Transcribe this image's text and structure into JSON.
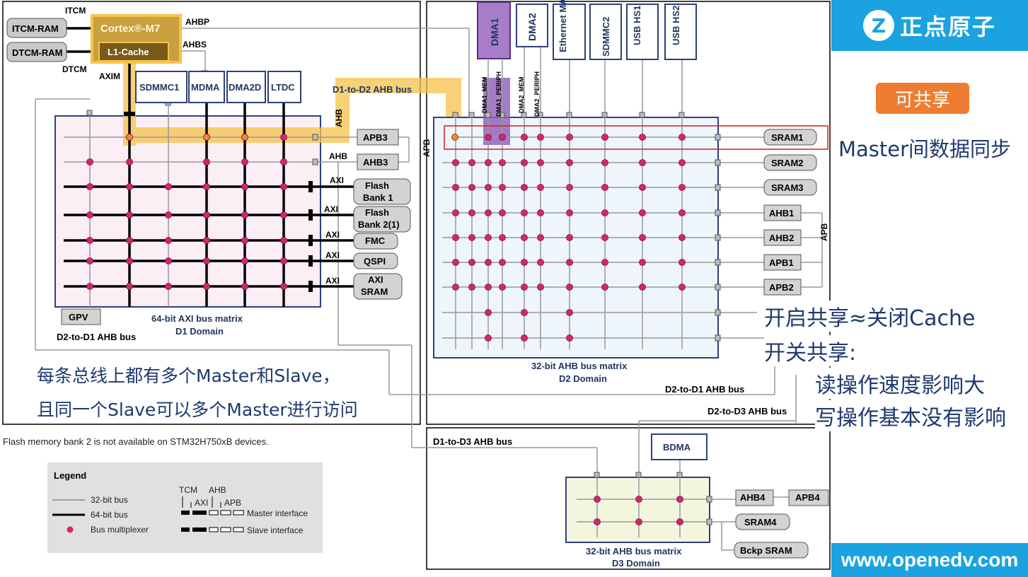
{
  "brand": {
    "logo_mark": "Z",
    "name": "正点原子",
    "website": "www.openedv.com"
  },
  "badge": "可共享",
  "notes": {
    "sync": "Master间数据同步",
    "share1": "开启共享≈关闭Cache",
    "share2": "开关共享:",
    "share3": "读操作速度影响大",
    "share4": "写操作基本没有影响",
    "bus1": "每条总线上都有多个Master和Slave，",
    "bus2": "且同一个Slave可以多个Master进行访问"
  },
  "d1": {
    "cpu": "Cortex®-M7",
    "cache": "L1-Cache",
    "itcm_ram": "ITCM-RAM",
    "dtcm_ram": "DTCM-RAM",
    "itcm": "ITCM",
    "dtcm": "DTCM",
    "ahbp": "AHBP",
    "ahbs": "AHBS",
    "axim": "AXIM",
    "masters": [
      "SDMMC1",
      "MDMA",
      "DMA2D",
      "LTDC"
    ],
    "apb3": "APB3",
    "ahb3": "AHB3",
    "ahb_lbl": "AHB",
    "apb_lbl": "APB",
    "axi_lbl": "AXI",
    "flash1": [
      "Flash",
      "Bank 1"
    ],
    "flash2": [
      "Flash",
      "Bank 2(1)"
    ],
    "fmc": "FMC",
    "qspi": "QSPI",
    "axisram": [
      "AXI",
      "SRAM"
    ],
    "gpv": "GPV",
    "matrix_title": "64-bit AXI bus matrix",
    "domain": "D1 Domain",
    "d2d1": "D2-to-D1 AHB bus",
    "d1d2": "D1-to-D2 AHB bus",
    "footnote": "Flash memory bank 2 is not available on STM32H750xB devices."
  },
  "d2": {
    "masters": [
      "DMA1",
      "DMA2",
      "Ethernet MAC",
      "SDMMC2",
      "USB HS1",
      "USB HS2"
    ],
    "ports": [
      "DMA1_MEM",
      "DMA1_PERIPH",
      "DMA2_MEM",
      "DMA2_PERIPH"
    ],
    "slaves": [
      "SRAM1",
      "SRAM2",
      "SRAM3",
      "AHB1",
      "AHB2",
      "APB1",
      "APB2"
    ],
    "apb_lbl": "APB",
    "matrix_title": "32-bit AHB bus matrix",
    "domain": "D2 Domain",
    "d2d1": "D2-to-D1 AHB bus",
    "d2d3": "D2-to-D3 AHB bus"
  },
  "d3": {
    "bdma": "BDMA",
    "ahb4": "AHB4",
    "apb4": "APB4",
    "sram4": "SRAM4",
    "bckp": "Bckp SRAM",
    "matrix_title": "32-bit AHB bus matrix",
    "domain": "D3 Domain",
    "d1d3": "D1-to-D3 AHB bus"
  },
  "legend": {
    "title": "Legend",
    "bus32": "32-bit bus",
    "bus64": "64-bit bus",
    "mux": "Bus multiplexer",
    "tcm": "TCM",
    "ahb": "AHB",
    "axi": "AXI",
    "apb": "APB",
    "master_if": "Master interface",
    "slave_if": "Slave interface"
  },
  "colors": {
    "accent": "#1aa3e0",
    "badge": "#ee7d31",
    "mux": "#d6246f",
    "highlight": "#f6c24a",
    "dma_highlight": "#8e5bb8",
    "cpu_fill": "#c8a040",
    "note_text": "#1f3a6e"
  }
}
